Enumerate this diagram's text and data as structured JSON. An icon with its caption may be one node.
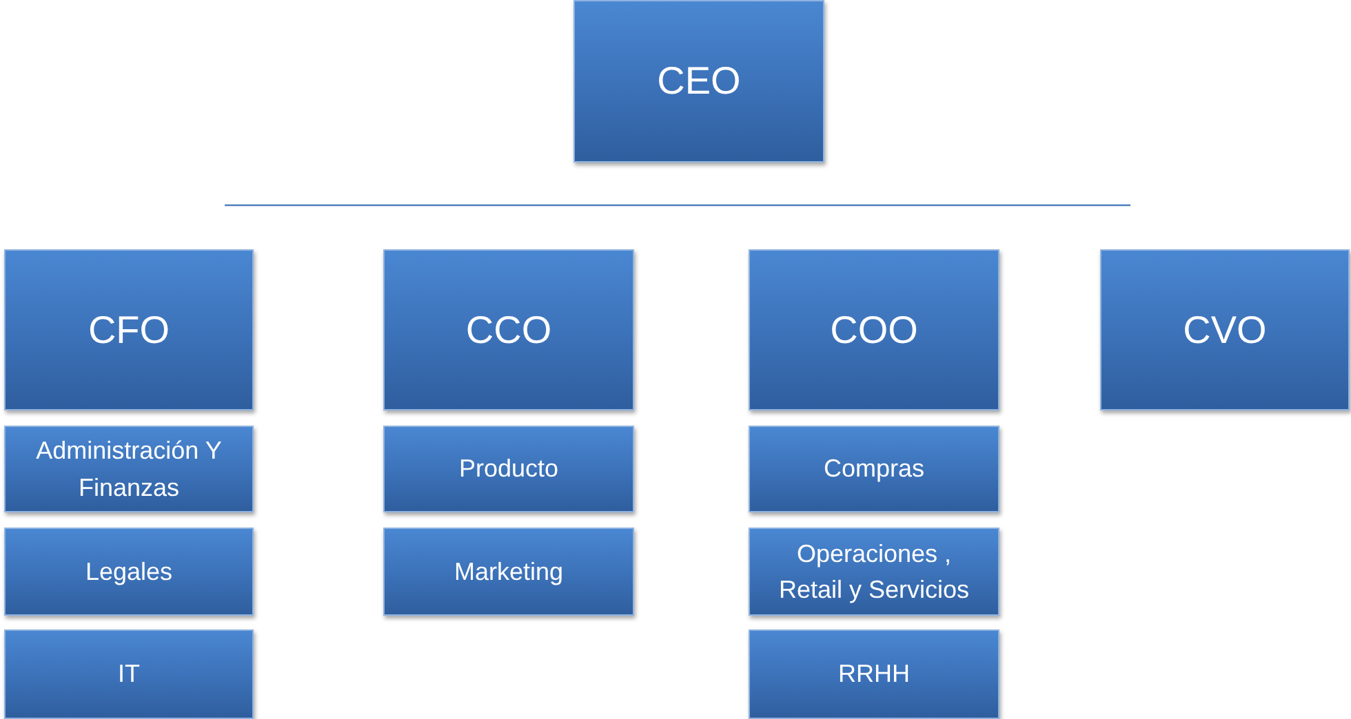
{
  "diagram": {
    "nodes": [
      {
        "text": [
          "CEO"
        ]
      },
      {
        "text": [
          "CFO"
        ]
      },
      {
        "text": [
          "CCO"
        ]
      },
      {
        "text": [
          "COO"
        ]
      },
      {
        "text": [
          "CVO"
        ]
      },
      {
        "text": [
          "Administración Y Finanzas"
        ]
      },
      {
        "text": [
          "Producto"
        ]
      },
      {
        "text": [
          "Compras"
        ]
      },
      {
        "text": [
          "Legales"
        ]
      },
      {
        "text": [
          "Marketing"
        ]
      },
      {
        "text": [
          "Operaciones , Retail y Servicios"
        ]
      },
      {
        "text": [
          "IT"
        ]
      },
      {
        "text": [
          "RRHH"
        ]
      }
    ]
  }
}
